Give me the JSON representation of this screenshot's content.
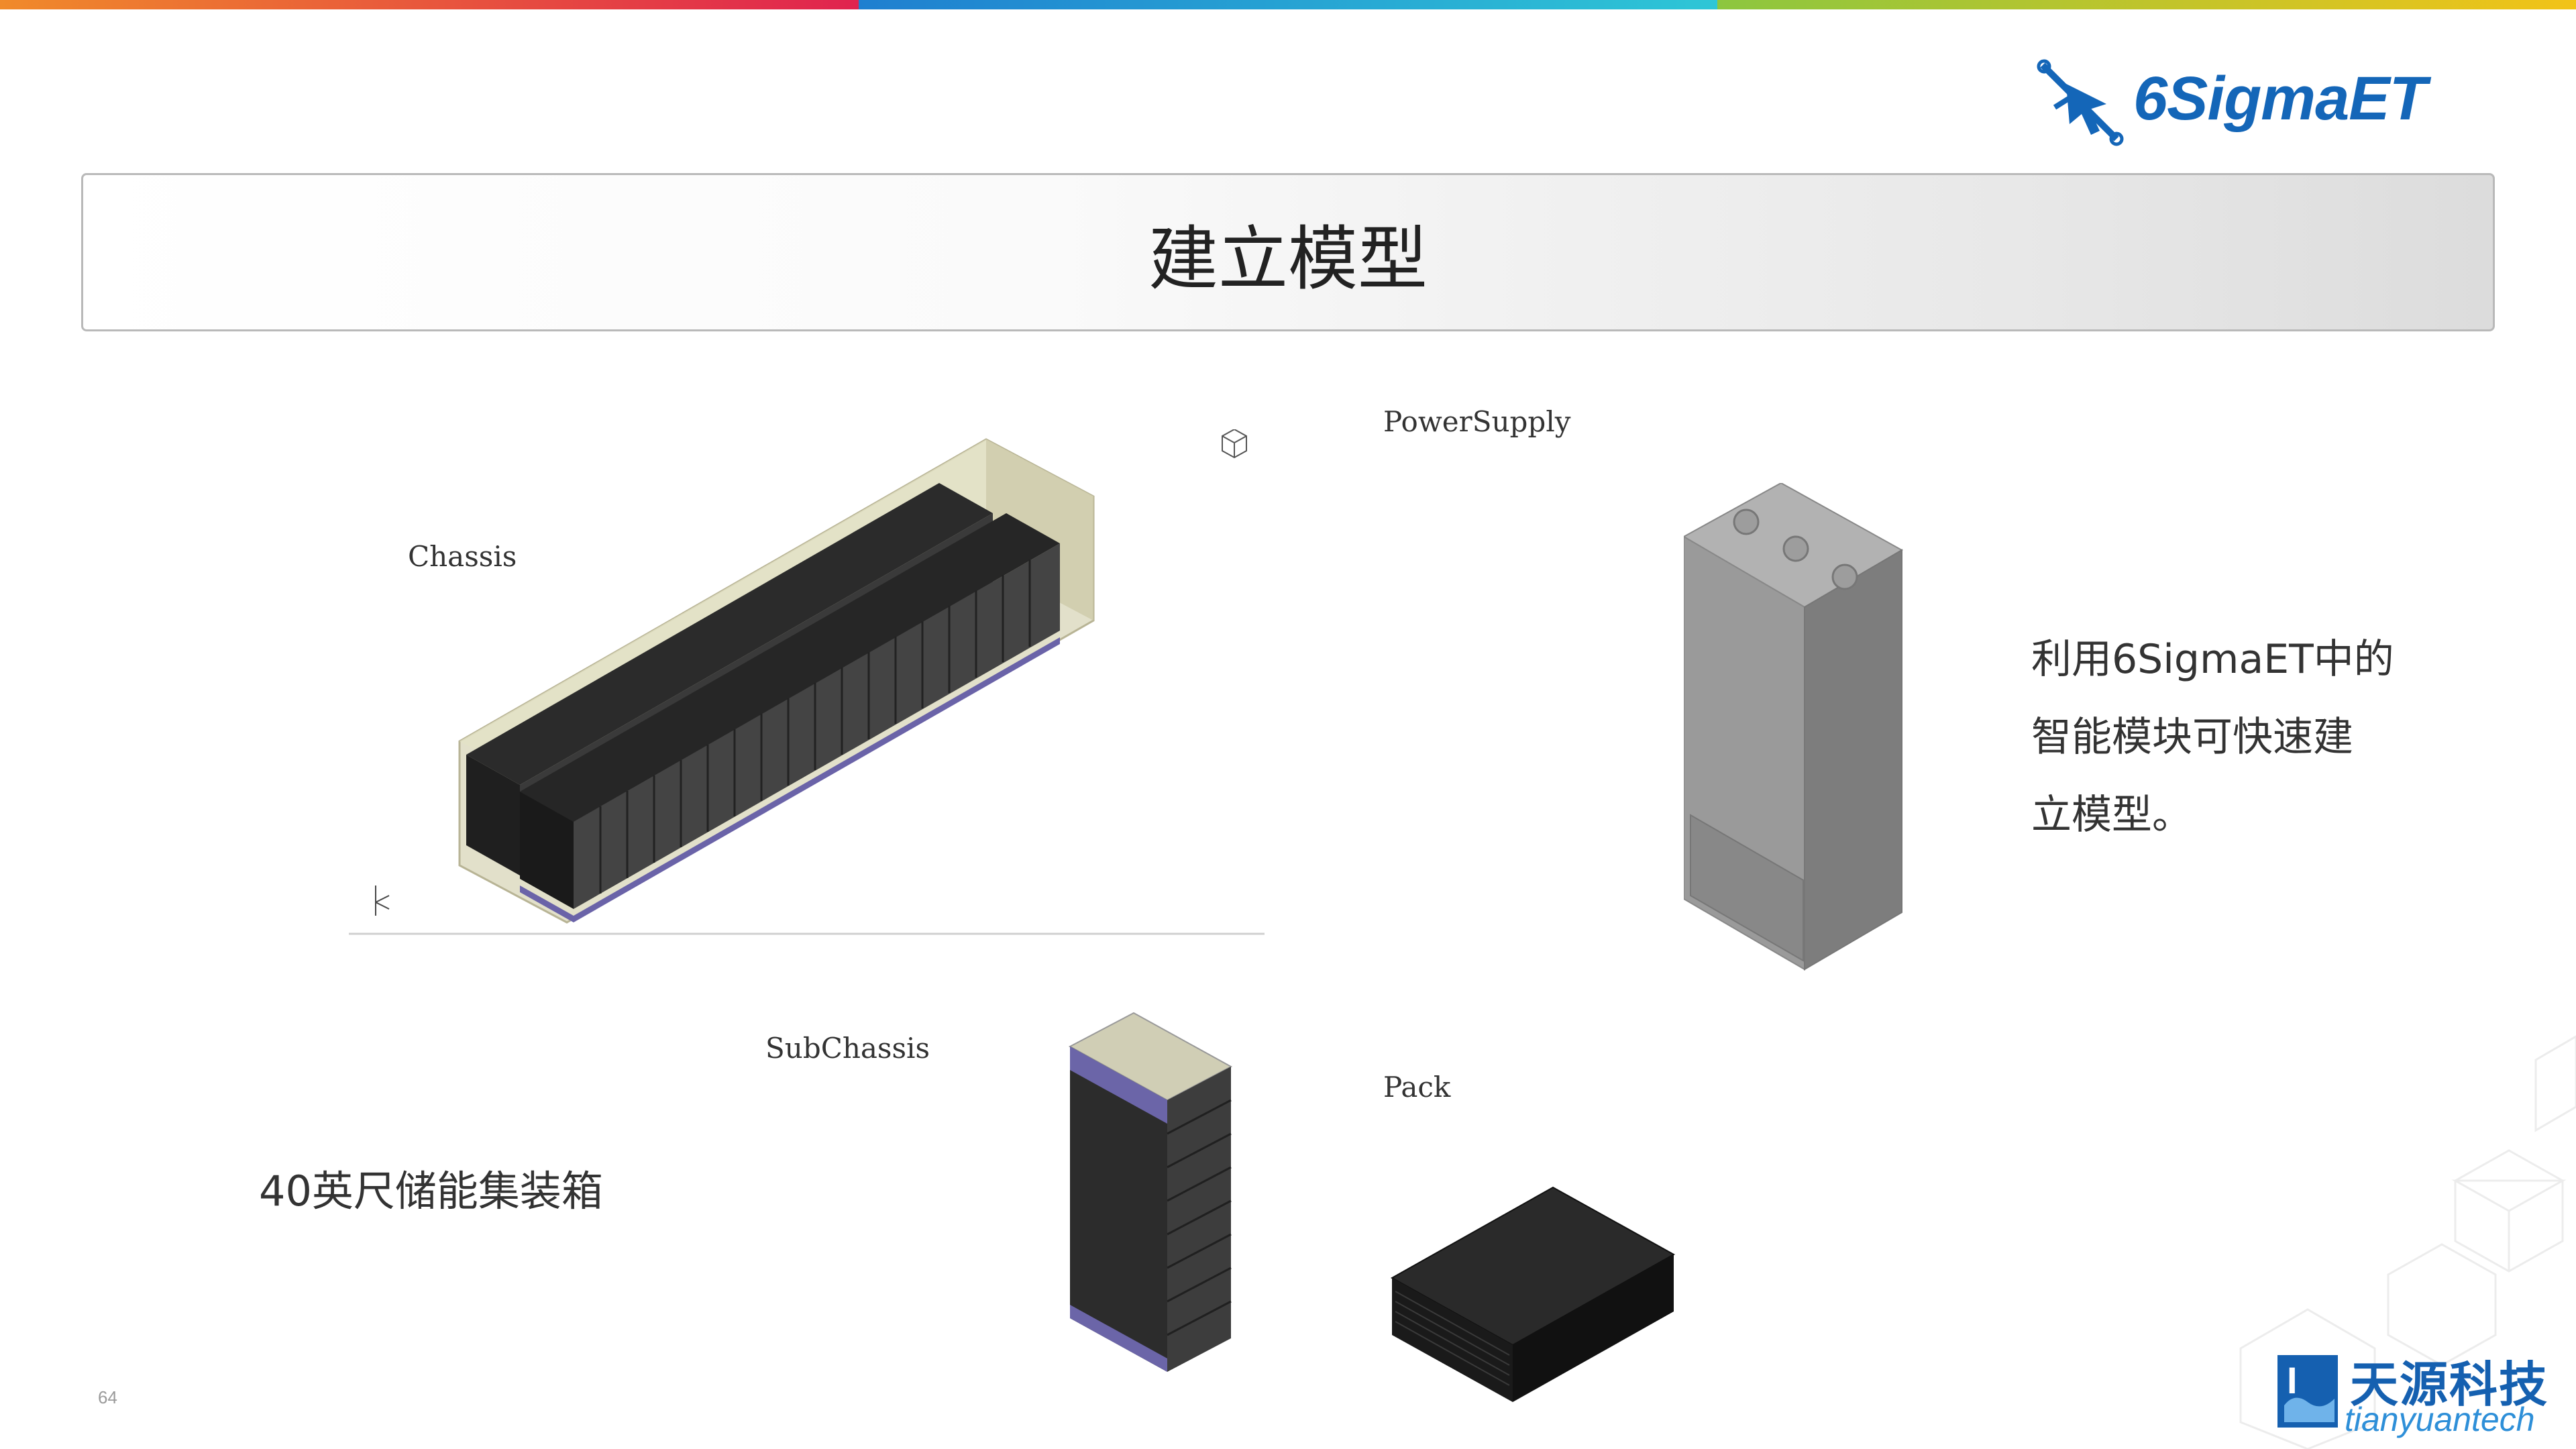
{
  "brand": {
    "logo_text": "6SigmaET",
    "accent_color": "#1466b8"
  },
  "slide": {
    "title": "建立模型",
    "page_number": "64"
  },
  "labels": {
    "chassis": "Chassis",
    "power_supply": "PowerSupply",
    "sub_chassis": "SubChassis",
    "pack": "Pack"
  },
  "description": {
    "line1": "利用6SigmaET中的",
    "line2": "智能模块可快速建",
    "line3": "立模型。"
  },
  "container_name": "40英尺储能集装箱",
  "company": {
    "name_cn": "天源科技",
    "name_en": "tianyuantech"
  },
  "top_bar_colors": [
    "#e0234f",
    "#2ec6d6",
    "#f2c318"
  ]
}
